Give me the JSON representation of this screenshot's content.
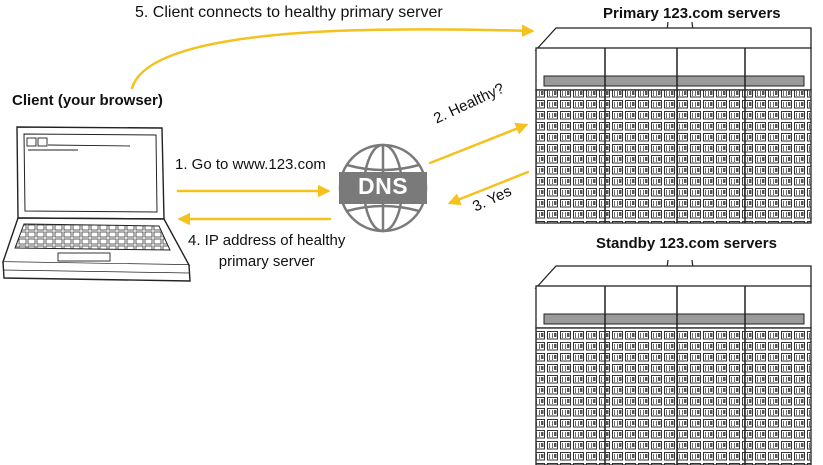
{
  "labels": {
    "step5": "5. Client connects to healthy primary server",
    "client": "Client (your browser)",
    "primary": "Primary 123.com servers",
    "standby": "Standby 123.com servers",
    "step1": "1. Go to www.123.com",
    "step2": "2. Healthy?",
    "step3": "3. Yes",
    "step4_line1": "4. IP address of healthy",
    "step4_line2": "primary server",
    "dns": "DNS"
  },
  "colors": {
    "arrow": "#F5C11D",
    "dns_globe": "#7A7A7A",
    "sketch": "#222222"
  },
  "icons": [
    "laptop-icon",
    "dns-globe-icon",
    "server-rack-icon"
  ]
}
